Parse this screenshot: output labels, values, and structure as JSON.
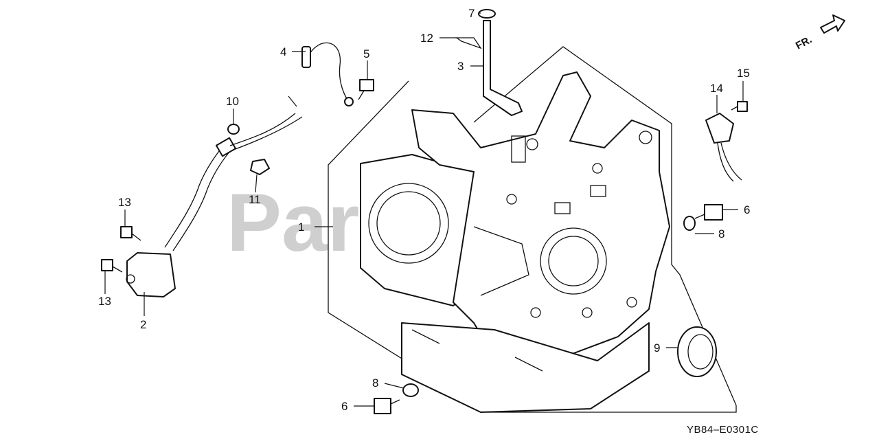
{
  "diagram": {
    "drawing_code": "YB84–E0301C",
    "watermark": "PartsTree",
    "front_arrow_label": "FR.",
    "callouts": {
      "c1": "1",
      "c2": "2",
      "c3": "3",
      "c4": "4",
      "c5": "5",
      "c6a": "6",
      "c6b": "6",
      "c7": "7",
      "c8a": "8",
      "c8b": "8",
      "c9": "9",
      "c10": "10",
      "c11": "11",
      "c12": "12",
      "c13a": "13",
      "c13b": "13",
      "c14": "14",
      "c15": "15"
    }
  }
}
